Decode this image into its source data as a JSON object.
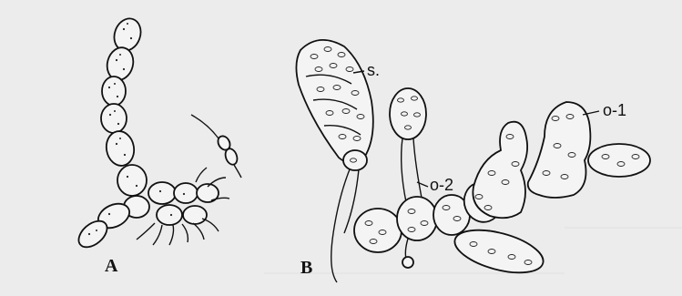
{
  "figure": {
    "background": "#eeeeee",
    "ink": "#111111",
    "panels": [
      {
        "id": "A",
        "label": "A"
      },
      {
        "id": "B",
        "label": "B"
      }
    ],
    "annotations": [
      {
        "id": "s",
        "text": "s."
      },
      {
        "id": "o2",
        "text": "o-2"
      },
      {
        "id": "o1",
        "text": "o-1"
      }
    ]
  }
}
